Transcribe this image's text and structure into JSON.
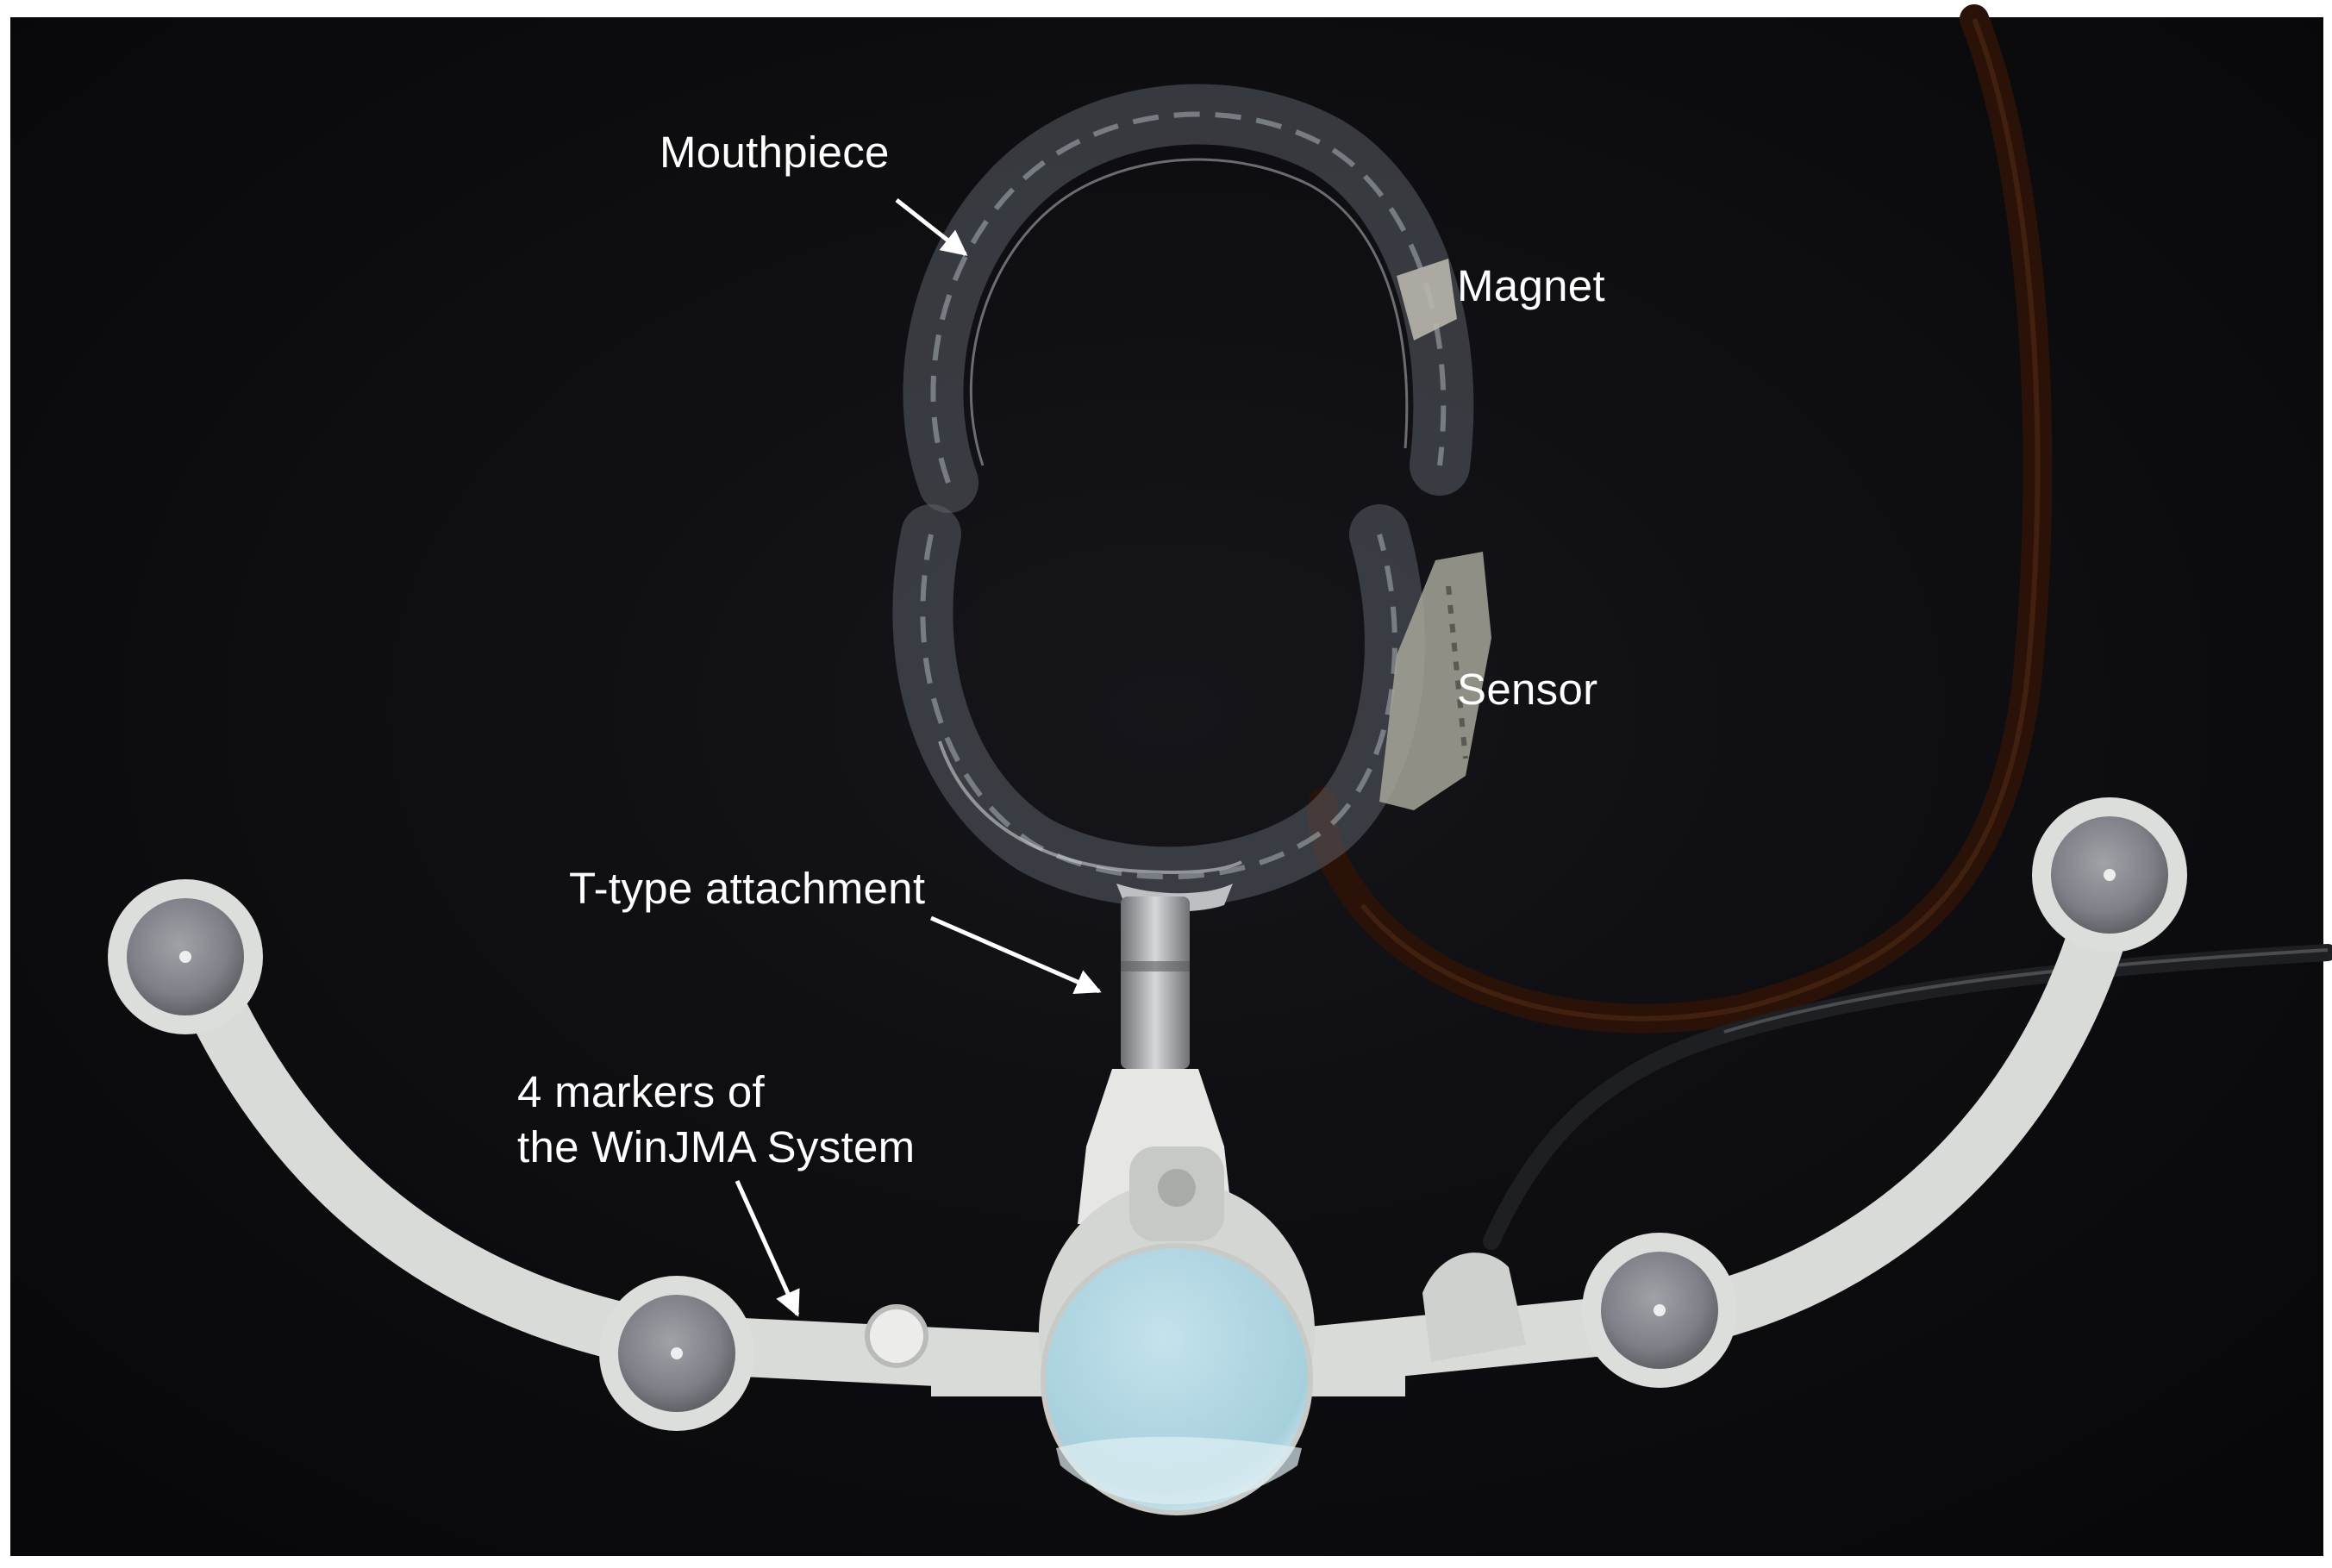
{
  "labels": {
    "mouthpiece": "Mouthpiece",
    "magnet": "Magnet",
    "sensor": "Sensor",
    "t_type": "T-type attachment",
    "markers_line1": "4 markers of",
    "markers_line2": "the WinJMA System"
  },
  "colors": {
    "background": "#0c0c0f",
    "frame": "#d9dbd8",
    "marker_cap": "#8a8e93",
    "disc": "#a9d1de",
    "annotation": "#ffffff",
    "cable_brown": "#2a1208"
  }
}
